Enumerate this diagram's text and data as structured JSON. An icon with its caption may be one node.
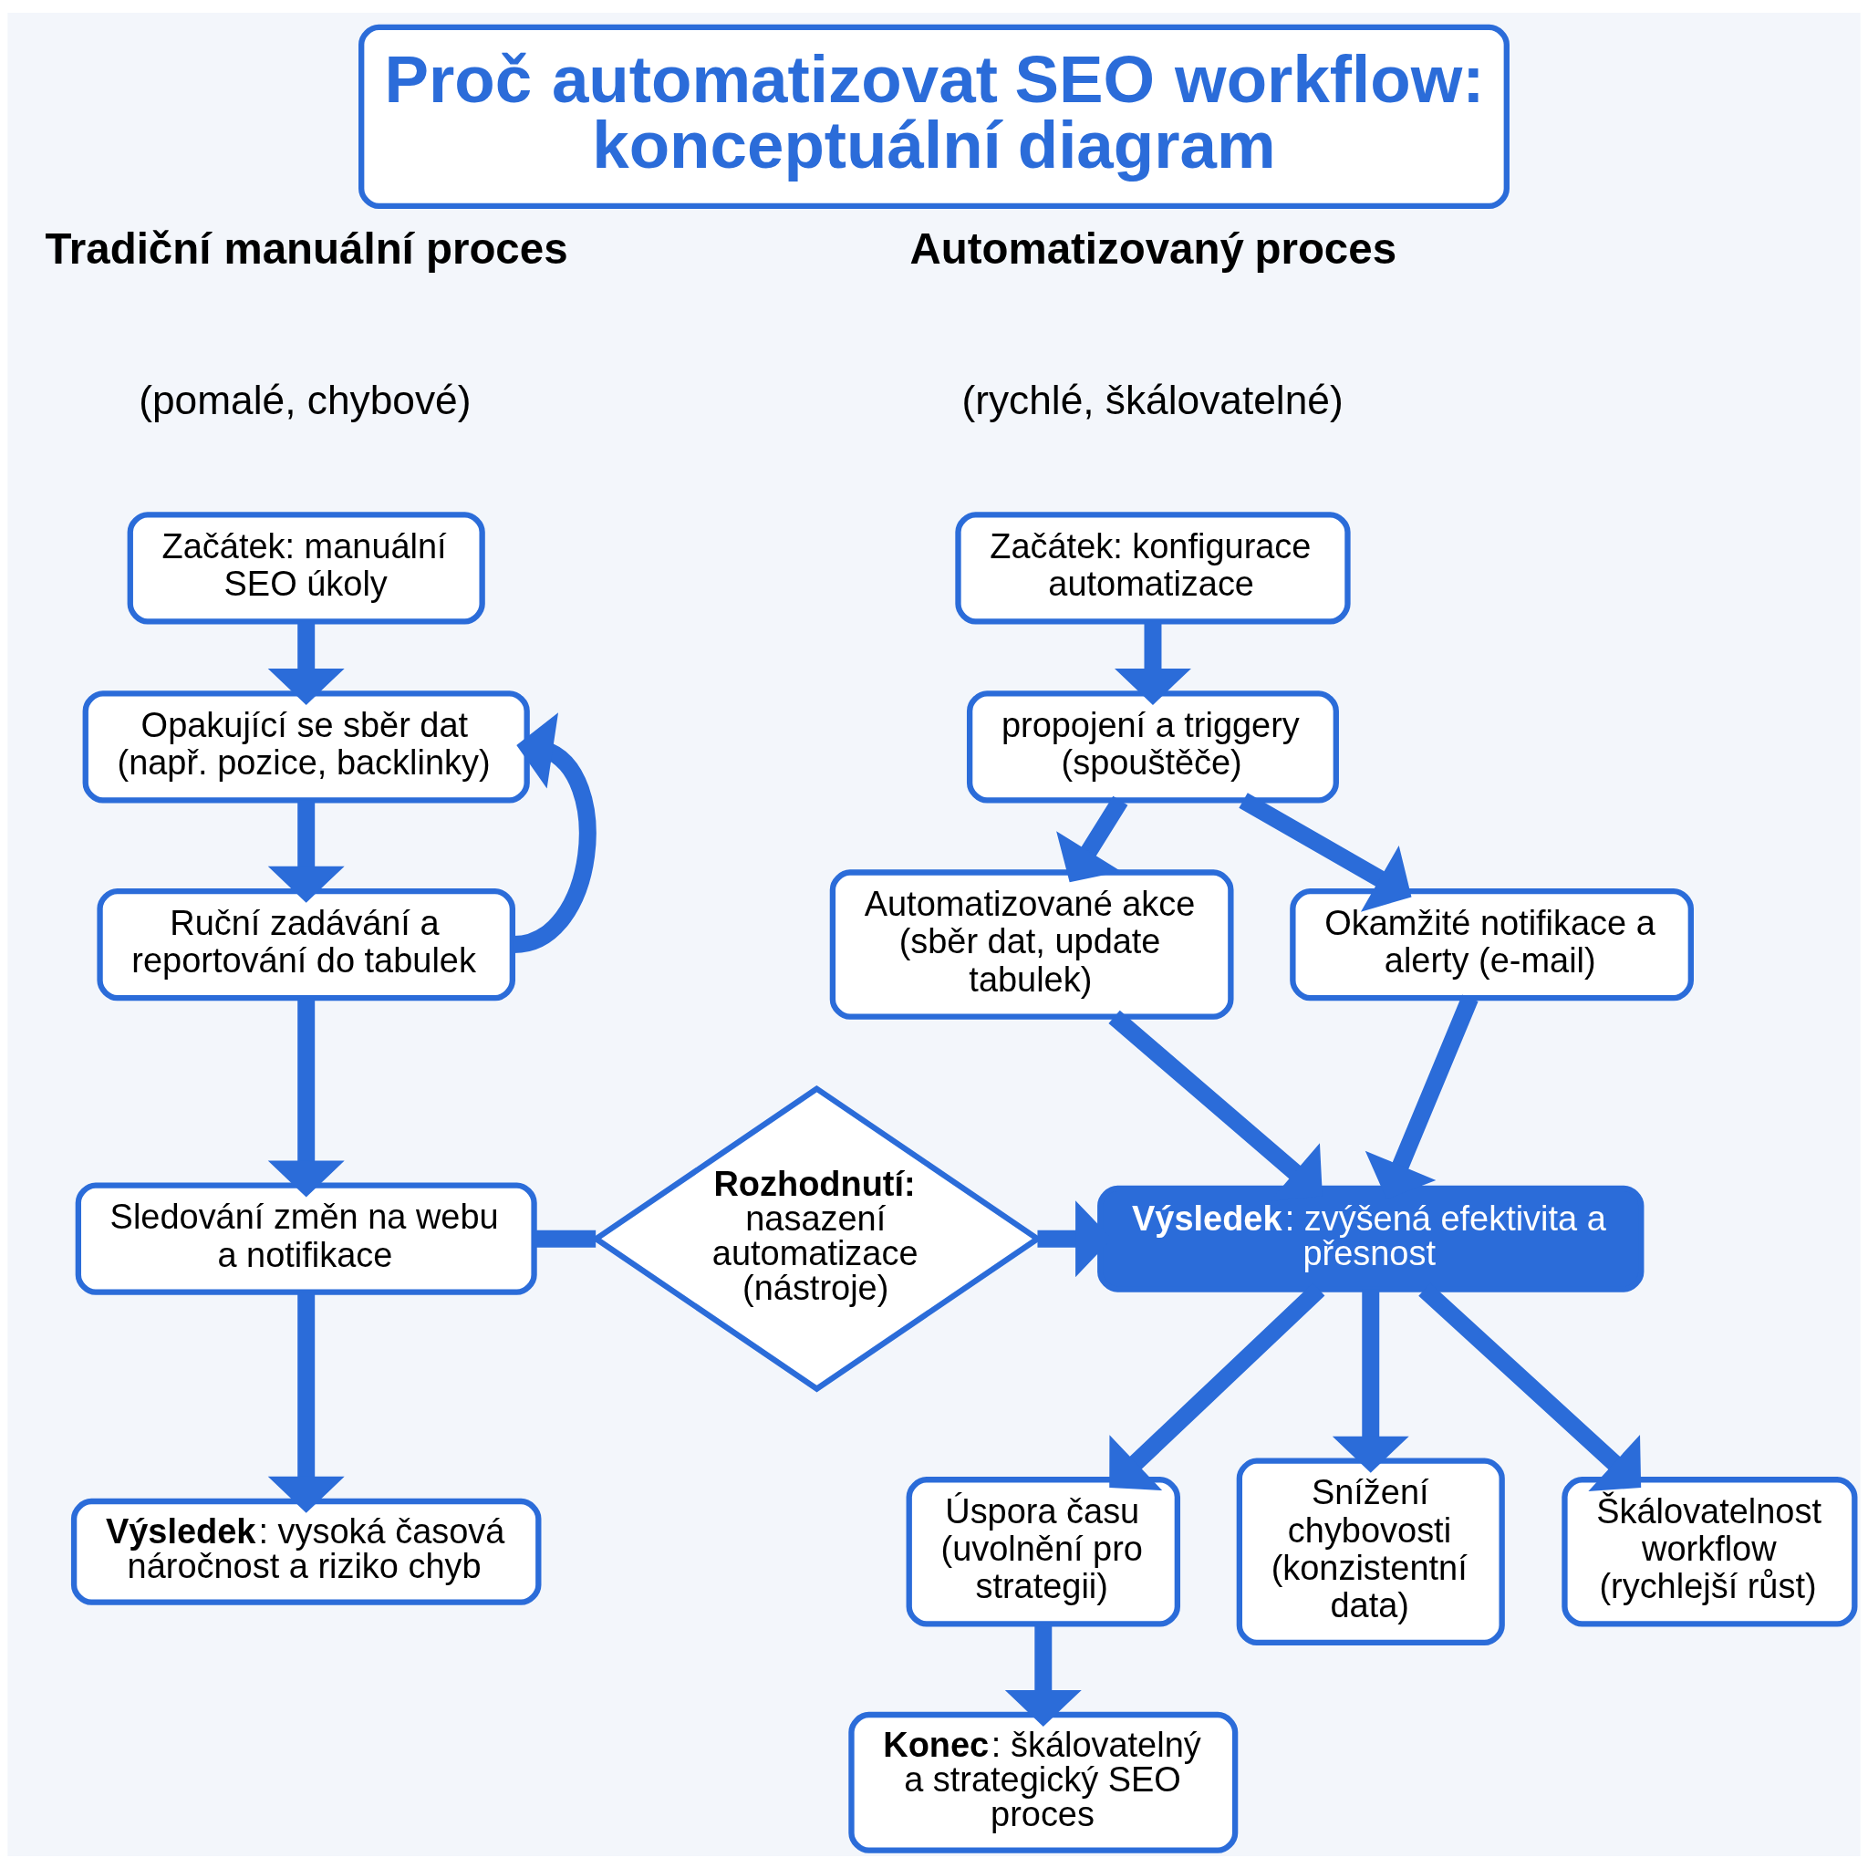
{
  "diagram": {
    "title": "Proč automatizovat SEO workflow: konceptuální diagram",
    "nodes": [
      {
        "text": [
          "Začátek: manuální SEO úkoly"
        ]
      },
      {
        "text": [
          "Opakující se sběr dat (např. pozice, backlinky)"
        ]
      },
      {
        "text": [
          "Ruční zadávání a reportování do tabulek"
        ]
      },
      {
        "text": [
          "Sledování změn na webu a notifikace"
        ]
      },
      {
        "text": [
          "**Výsledek**: vysoká časová náročnost a riziko chyb"
        ]
      },
      {
        "text": [
          "**Rozhodnutí:** nasazení automatizace (nástroje)"
        ]
      },
      {
        "text": [
          "Začátek: konfigurace automatizace"
        ]
      },
      {
        "text": [
          "propojení a triggery (spouštěče)"
        ]
      },
      {
        "text": [
          "Automatizované akce (sběr dat, update tabulek)"
        ]
      },
      {
        "text": [
          "Okamžité notifikace a alerty (e-mail)"
        ]
      },
      {
        "text": [
          "**Výsledek**: zvýšená efektivita a přesnost"
        ]
      },
      {
        "text": [
          "Úspora času (uvolnění pro strategii)"
        ]
      },
      {
        "text": [
          "Snížení chybovosti (konzistentní data)"
        ]
      },
      {
        "text": [
          "Škálovatelnost workflow (rychlejší růst)"
        ]
      },
      {
        "text": [
          "**Konec**: škálovatelný a strategický SEO proces"
        ]
      }
    ],
    "edges": [
      {
        "from": 0,
        "to": 1,
        "arrow": "to"
      },
      {
        "from": 1,
        "to": 2,
        "arrow": "to"
      },
      {
        "from": 2,
        "to": 1,
        "arrow": "to"
      },
      {
        "from": 2,
        "to": 3,
        "arrow": "to"
      },
      {
        "from": 3,
        "to": 4,
        "arrow": "to"
      },
      {
        "from": 3,
        "to": 5,
        "arrow": "none"
      },
      {
        "from": 5,
        "to": 10,
        "arrow": "to"
      },
      {
        "from": 6,
        "to": 7,
        "arrow": "to"
      },
      {
        "from": 7,
        "to": 8,
        "arrow": "to"
      },
      {
        "from": 7,
        "to": 9,
        "arrow": "to"
      },
      {
        "from": 8,
        "to": 10,
        "arrow": "to"
      },
      {
        "from": 9,
        "to": 10,
        "arrow": "to"
      },
      {
        "from": 10,
        "to": 11,
        "arrow": "to"
      },
      {
        "from": 10,
        "to": 12,
        "arrow": "to"
      },
      {
        "from": 10,
        "to": 13,
        "arrow": "to"
      },
      {
        "from": 11,
        "to": 14,
        "arrow": "to"
      }
    ],
    "labels": [
      "Tradiční manuální proces",
      "(pomalé, chybové)",
      "Automatizovaný proces",
      "(rychlé, škálovatelné)"
    ]
  }
}
